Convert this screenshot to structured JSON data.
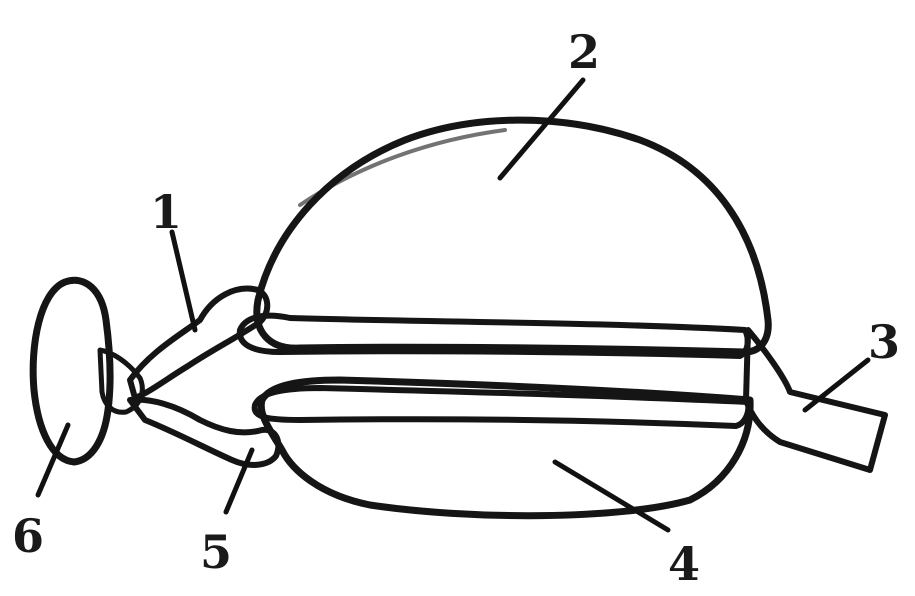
{
  "labels": {
    "l1": "1",
    "l2": "2",
    "l3": "3",
    "l4": "4",
    "l5": "5",
    "l6": "6"
  },
  "colors": {
    "ink": "#151515",
    "fill_dark": "#2c2c2c",
    "fill_mid": "#6a6a6a",
    "paper": "#ffffff"
  }
}
